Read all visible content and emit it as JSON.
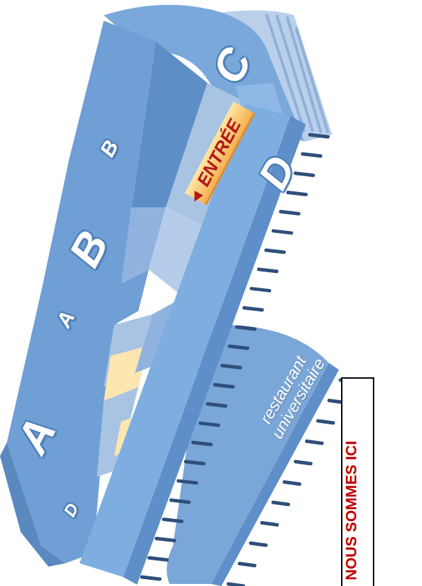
{
  "diagram": {
    "nodes": [
      {
        "text": [
          "ENTRÉE"
        ]
      },
      {
        "text": [
          "NOUS SOMMES ICI"
        ]
      }
    ],
    "labels": [
      "C",
      "B",
      "B",
      "D",
      "A",
      "A",
      "restaurant universitaire",
      "D"
    ]
  }
}
